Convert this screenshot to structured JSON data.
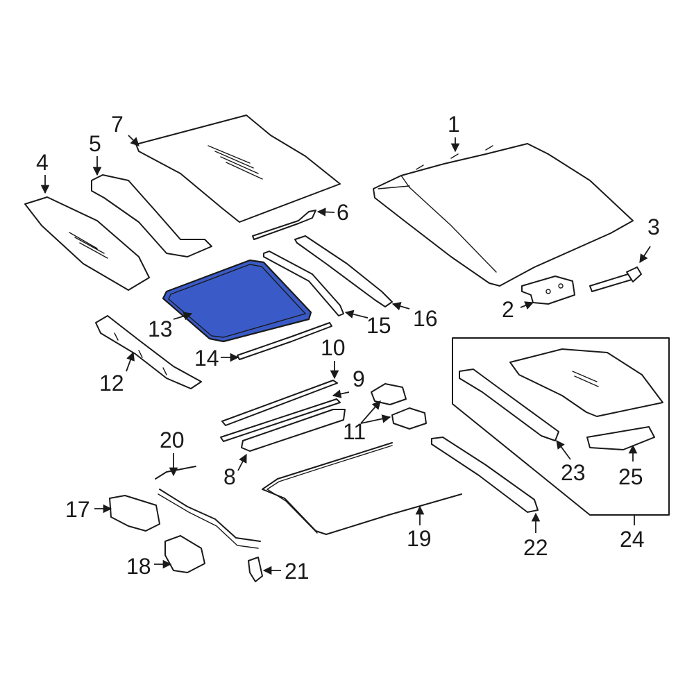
{
  "diagram": {
    "highlight_color": "#3a5bc7",
    "highlighted_part": "13",
    "callouts": {
      "c1": "1",
      "c2": "2",
      "c3": "3",
      "c4": "4",
      "c5": "5",
      "c6": "6",
      "c7": "7",
      "c8": "8",
      "c9": "9",
      "c10": "10",
      "c11": "11",
      "c12": "12",
      "c13": "13",
      "c14": "14",
      "c15": "15",
      "c16": "16",
      "c17": "17",
      "c18": "18",
      "c19": "19",
      "c20": "20",
      "c21": "21",
      "c22": "22",
      "c23": "23",
      "c24": "24",
      "c25": "25"
    }
  }
}
